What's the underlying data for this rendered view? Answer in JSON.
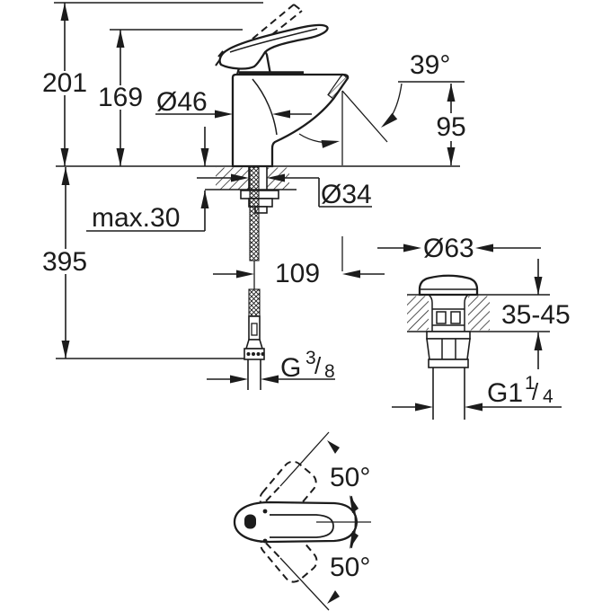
{
  "drawing": {
    "background": "#ffffff",
    "line_color": "#1c1c1c",
    "side_view": {
      "total_height": "201",
      "lever_height": "169",
      "body_diameter": "Ø46",
      "spout_angle": "39°",
      "spout_height": "95",
      "shank_diameter": "Ø34",
      "deck_thickness": "max.30",
      "hose_length": "395",
      "projection": "109",
      "hose_thread": {
        "prefix": "G",
        "numerator": "3",
        "slash": "/",
        "denominator": "8"
      }
    },
    "drain_detail": {
      "cap_diameter": "Ø63",
      "deck_range": "35-45",
      "thread": {
        "prefix": "G1",
        "numerator": "1",
        "slash": "/",
        "denominator": "4"
      }
    },
    "top_view": {
      "swivel_up": "50°",
      "swivel_down": "50°"
    }
  }
}
